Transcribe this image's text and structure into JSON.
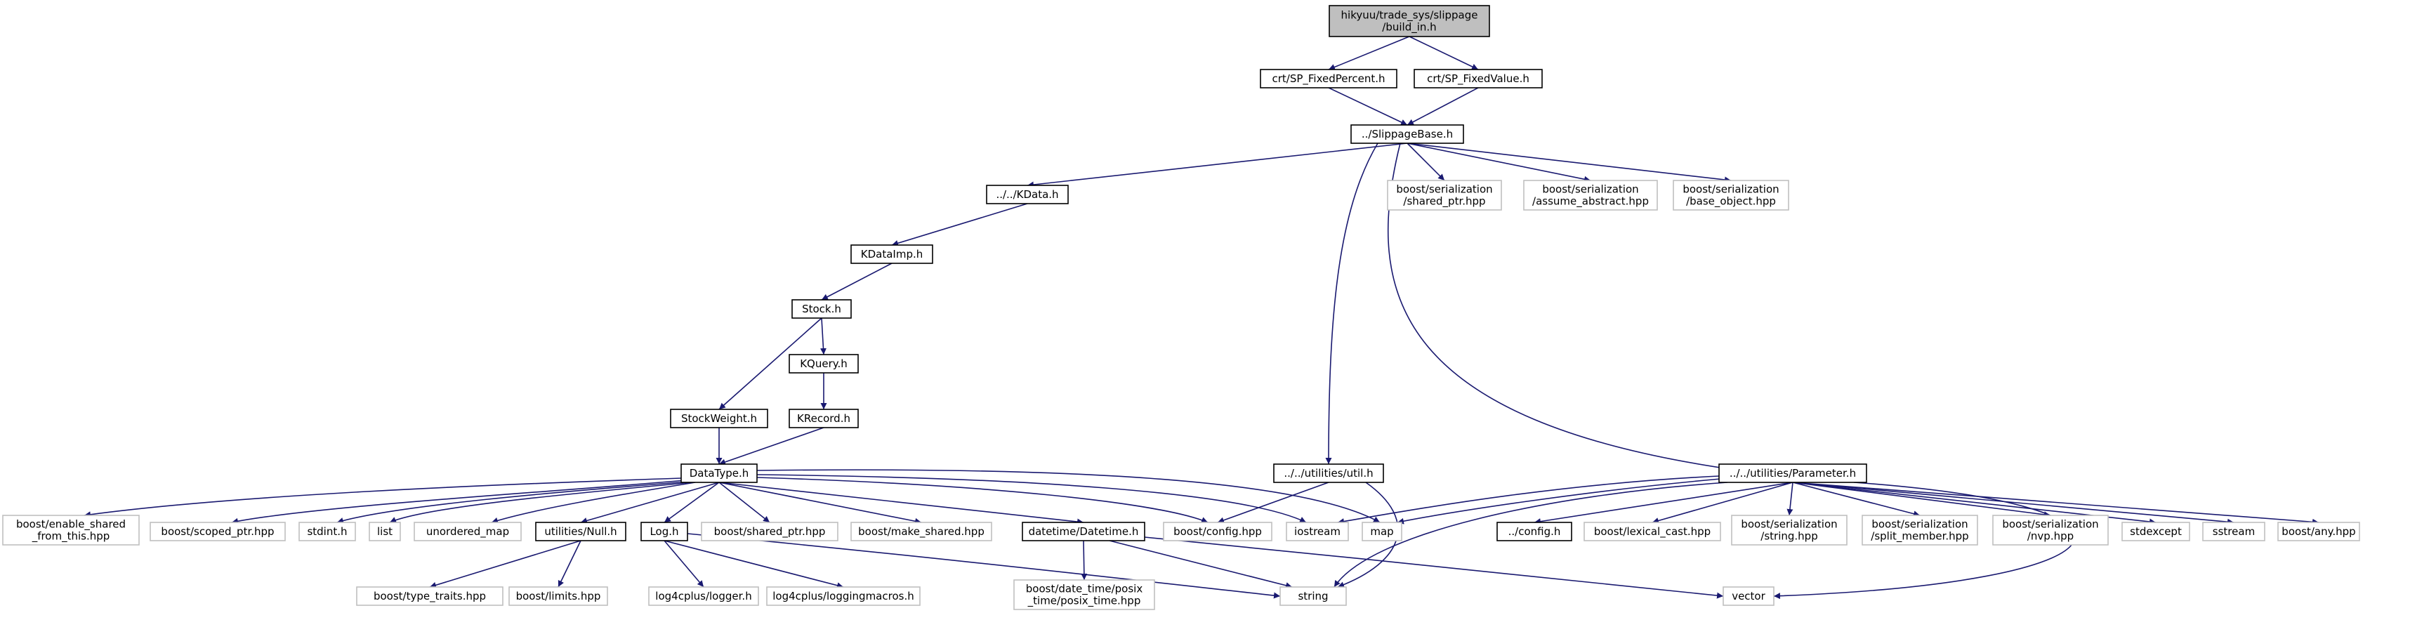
{
  "colors": {
    "edge": "#191970",
    "local_border": "#000000",
    "external_border": "#bfbfbf",
    "root_fill": "#bfbfbf"
  },
  "nodes": [
    {
      "id": "root",
      "lines": [
        "hikyuu/trade_sys/slippage",
        "/build_in.h"
      ],
      "kind": "root"
    },
    {
      "id": "fp",
      "lines": [
        "crt/SP_FixedPercent.h"
      ],
      "kind": "local"
    },
    {
      "id": "fv",
      "lines": [
        "crt/SP_FixedValue.h"
      ],
      "kind": "local"
    },
    {
      "id": "sb",
      "lines": [
        "../SlippageBase.h"
      ],
      "kind": "local"
    },
    {
      "id": "kd",
      "lines": [
        "../../KData.h"
      ],
      "kind": "local"
    },
    {
      "id": "bsp",
      "lines": [
        "boost/serialization",
        "/shared_ptr.hpp"
      ],
      "kind": "ext"
    },
    {
      "id": "bsa",
      "lines": [
        "boost/serialization",
        "/assume_abstract.hpp"
      ],
      "kind": "ext"
    },
    {
      "id": "bsb",
      "lines": [
        "boost/serialization",
        "/base_object.hpp"
      ],
      "kind": "ext"
    },
    {
      "id": "kdi",
      "lines": [
        "KDataImp.h"
      ],
      "kind": "local"
    },
    {
      "id": "st",
      "lines": [
        "Stock.h"
      ],
      "kind": "local"
    },
    {
      "id": "kq",
      "lines": [
        "KQuery.h"
      ],
      "kind": "local"
    },
    {
      "id": "sw",
      "lines": [
        "StockWeight.h"
      ],
      "kind": "local"
    },
    {
      "id": "kr",
      "lines": [
        "KRecord.h"
      ],
      "kind": "local"
    },
    {
      "id": "dt",
      "lines": [
        "DataType.h"
      ],
      "kind": "local"
    },
    {
      "id": "util",
      "lines": [
        "../../utilities/util.h"
      ],
      "kind": "local"
    },
    {
      "id": "param",
      "lines": [
        "../../utilities/Parameter.h"
      ],
      "kind": "local"
    },
    {
      "id": "bes",
      "lines": [
        "boost/enable_shared",
        "_from_this.hpp"
      ],
      "kind": "ext"
    },
    {
      "id": "bsc",
      "lines": [
        "boost/scoped_ptr.hpp"
      ],
      "kind": "ext"
    },
    {
      "id": "stdint",
      "lines": [
        "stdint.h"
      ],
      "kind": "ext"
    },
    {
      "id": "list",
      "lines": [
        "list"
      ],
      "kind": "ext"
    },
    {
      "id": "umap",
      "lines": [
        "unordered_map"
      ],
      "kind": "ext"
    },
    {
      "id": "null",
      "lines": [
        "utilities/Null.h"
      ],
      "kind": "local"
    },
    {
      "id": "log",
      "lines": [
        "Log.h"
      ],
      "kind": "local"
    },
    {
      "id": "bshp",
      "lines": [
        "boost/shared_ptr.hpp"
      ],
      "kind": "ext"
    },
    {
      "id": "bms",
      "lines": [
        "boost/make_shared.hpp"
      ],
      "kind": "ext"
    },
    {
      "id": "dtdt",
      "lines": [
        "datetime/Datetime.h"
      ],
      "kind": "local"
    },
    {
      "id": "bcfg",
      "lines": [
        "boost/config.hpp"
      ],
      "kind": "ext"
    },
    {
      "id": "ios",
      "lines": [
        "iostream"
      ],
      "kind": "ext"
    },
    {
      "id": "map",
      "lines": [
        "map"
      ],
      "kind": "ext"
    },
    {
      "id": "cfg",
      "lines": [
        "../config.h"
      ],
      "kind": "local"
    },
    {
      "id": "blc",
      "lines": [
        "boost/lexical_cast.hpp"
      ],
      "kind": "ext"
    },
    {
      "id": "bss",
      "lines": [
        "boost/serialization",
        "/string.hpp"
      ],
      "kind": "ext"
    },
    {
      "id": "bssm",
      "lines": [
        "boost/serialization",
        "/split_member.hpp"
      ],
      "kind": "ext"
    },
    {
      "id": "bsn",
      "lines": [
        "boost/serialization",
        "/nvp.hpp"
      ],
      "kind": "ext"
    },
    {
      "id": "stdex",
      "lines": [
        "stdexcept"
      ],
      "kind": "ext"
    },
    {
      "id": "sstream",
      "lines": [
        "sstream"
      ],
      "kind": "ext"
    },
    {
      "id": "bany",
      "lines": [
        "boost/any.hpp"
      ],
      "kind": "ext"
    },
    {
      "id": "btt",
      "lines": [
        "boost/type_traits.hpp"
      ],
      "kind": "ext"
    },
    {
      "id": "blim",
      "lines": [
        "boost/limits.hpp"
      ],
      "kind": "ext"
    },
    {
      "id": "l4l",
      "lines": [
        "log4cplus/logger.h"
      ],
      "kind": "ext"
    },
    {
      "id": "l4m",
      "lines": [
        "log4cplus/loggingmacros.h"
      ],
      "kind": "ext"
    },
    {
      "id": "bdt",
      "lines": [
        "boost/date_time/posix",
        "_time/posix_time.hpp"
      ],
      "kind": "ext"
    },
    {
      "id": "string",
      "lines": [
        "string"
      ],
      "kind": "ext"
    },
    {
      "id": "vector",
      "lines": [
        "vector"
      ],
      "kind": "ext"
    }
  ],
  "edges": [
    [
      "root",
      "fp"
    ],
    [
      "root",
      "fv"
    ],
    [
      "fp",
      "sb"
    ],
    [
      "fv",
      "sb"
    ],
    [
      "sb",
      "kd"
    ],
    [
      "sb",
      "bsp"
    ],
    [
      "sb",
      "bsa"
    ],
    [
      "sb",
      "bsb"
    ],
    [
      "sb",
      "util"
    ],
    [
      "sb",
      "param"
    ],
    [
      "kd",
      "kdi"
    ],
    [
      "kdi",
      "st"
    ],
    [
      "st",
      "kq"
    ],
    [
      "st",
      "sw"
    ],
    [
      "kq",
      "kr"
    ],
    [
      "sw",
      "dt"
    ],
    [
      "kr",
      "dt"
    ],
    [
      "dt",
      "bes"
    ],
    [
      "dt",
      "bsc"
    ],
    [
      "dt",
      "stdint"
    ],
    [
      "dt",
      "list"
    ],
    [
      "dt",
      "umap"
    ],
    [
      "dt",
      "null"
    ],
    [
      "dt",
      "log"
    ],
    [
      "dt",
      "bshp"
    ],
    [
      "dt",
      "bms"
    ],
    [
      "dt",
      "dtdt"
    ],
    [
      "dt",
      "bcfg"
    ],
    [
      "dt",
      "ios"
    ],
    [
      "dt",
      "map"
    ],
    [
      "util",
      "bcfg"
    ],
    [
      "util",
      "string"
    ],
    [
      "param",
      "ios"
    ],
    [
      "param",
      "map"
    ],
    [
      "param",
      "cfg"
    ],
    [
      "param",
      "blc"
    ],
    [
      "param",
      "bss"
    ],
    [
      "param",
      "bssm"
    ],
    [
      "param",
      "bsn"
    ],
    [
      "param",
      "stdex"
    ],
    [
      "param",
      "sstream"
    ],
    [
      "param",
      "bany"
    ],
    [
      "param",
      "string"
    ],
    [
      "param",
      "vector"
    ],
    [
      "null",
      "btt"
    ],
    [
      "null",
      "blim"
    ],
    [
      "log",
      "l4l"
    ],
    [
      "log",
      "l4m"
    ],
    [
      "log",
      "string"
    ],
    [
      "dtdt",
      "bdt"
    ],
    [
      "dtdt",
      "string"
    ],
    [
      "dtdt",
      "vector"
    ]
  ]
}
